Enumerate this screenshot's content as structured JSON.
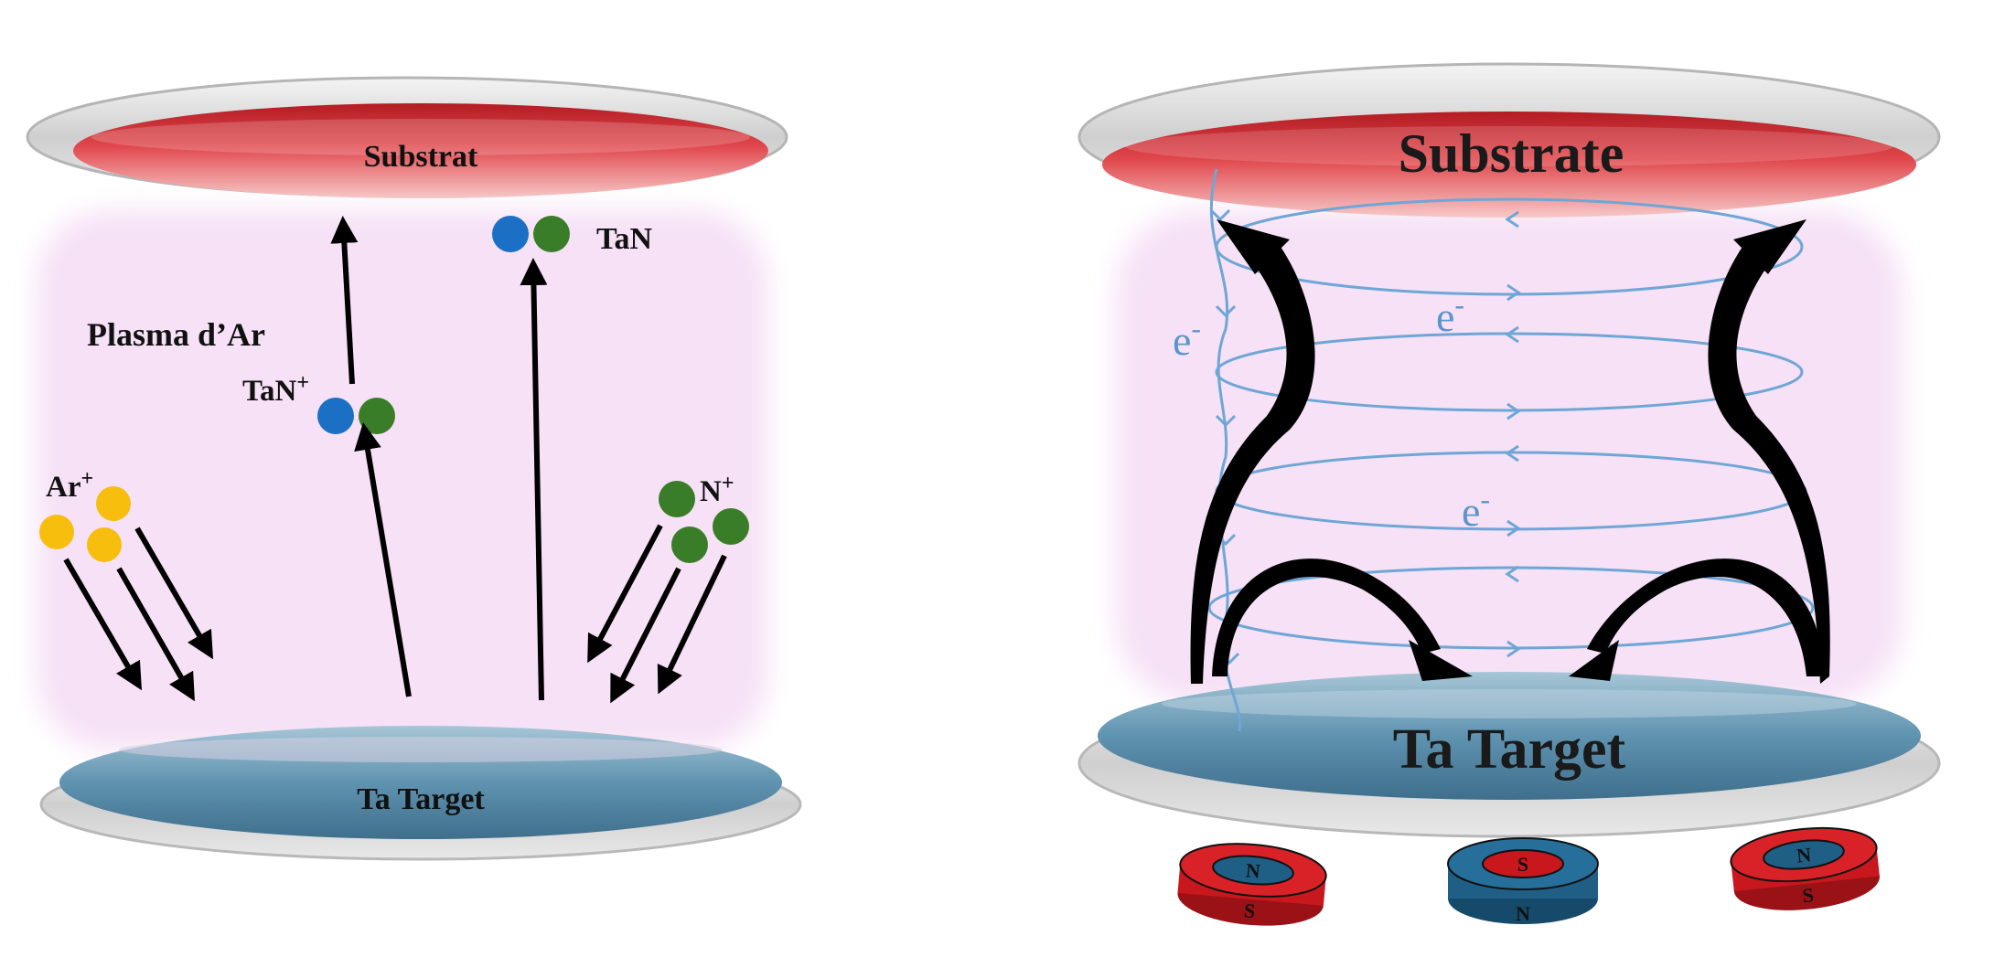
{
  "left_panel": {
    "substrate_label": "Substrat",
    "target_label": "Ta Target",
    "plasma_label": "Plasma d’Ar",
    "species": {
      "ar_ion": "Ar",
      "ar_ion_sup": "+",
      "tan_ion": "TaN",
      "tan_ion_sup": "+",
      "tan": "TaN",
      "n_ion": "N",
      "n_ion_sup": "+"
    }
  },
  "right_panel": {
    "substrate_label": "Substrate",
    "target_label": "Ta Target",
    "electron_label": "e",
    "electron_sup": "-",
    "magnets": [
      {
        "top": "N",
        "bottom": "S",
        "color": "#c8181e"
      },
      {
        "top": "S",
        "bottom": "N",
        "color": "#1f5f86"
      },
      {
        "top": "N",
        "bottom": "S",
        "color": "#c8181e"
      }
    ]
  },
  "colors": {
    "substrate": "#d6343a",
    "target": "#6a9bb5",
    "plasma": "#f6e3f6",
    "ar_particle": "#f7be0e",
    "ta_particle": "#1b6fc4",
    "n_particle": "#3a7d28",
    "electron_path": "#6ea6d6"
  }
}
